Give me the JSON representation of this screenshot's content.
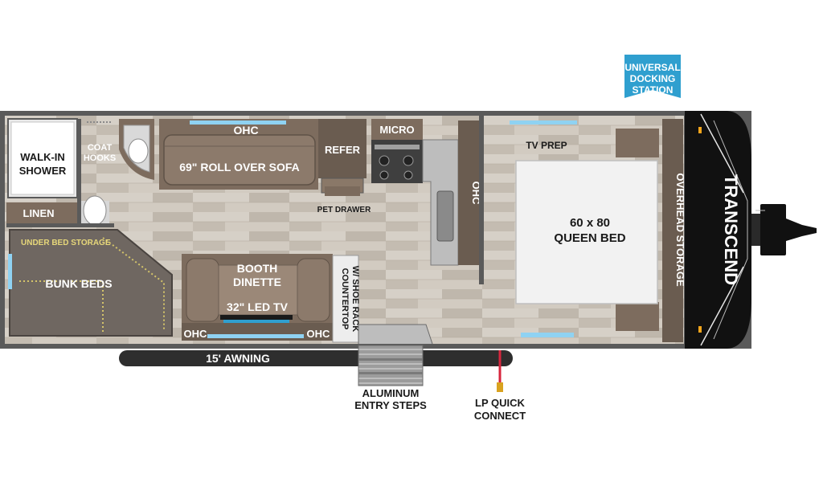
{
  "badge": {
    "line1": "UNIVERSAL",
    "line2": "DOCKING",
    "line3": "STATION"
  },
  "brand": "TRANSCEND",
  "rooms": {
    "shower_line1": "WALK-IN",
    "shower_line2": "SHOWER",
    "coat_line1": "COAT",
    "coat_line2": "HOOKS",
    "linen": "LINEN",
    "under_bed_storage": "UNDER BED STORAGE",
    "bunk_beds": "BUNK BEDS",
    "ohc": "OHC",
    "sofa": "69\" ROLL OVER SOFA",
    "refer": "REFER",
    "micro": "MICRO",
    "pet_drawer": "PET DRAWER",
    "tv_prep": "TV PREP",
    "bed_line1": "60 x 80",
    "bed_line2": "QUEEN BED",
    "overhead_storage": "OVERHEAD STORAGE",
    "dinette_line1": "BOOTH",
    "dinette_line2": "DINETTE",
    "led_tv": "32\" LED TV",
    "counter_line1": "COUNTERTOP",
    "counter_line2": "W/ SHOE RACK"
  },
  "exterior": {
    "awning": "15' AWNING",
    "steps_line1": "ALUMINUM",
    "steps_line2": "ENTRY STEPS",
    "lp_line1": "LP QUICK",
    "lp_line2": "CONNECT"
  },
  "colors": {
    "wall": "#5a5a5a",
    "floor": "#c9c2b8",
    "cabinet": "#7d6c5e",
    "bunk": "#6f6761",
    "bed": "#f2f2f2",
    "badge": "#2f9fcf",
    "frontcap": "#111111",
    "window": "#8fd2f2",
    "lp_line": "#d7263d"
  }
}
